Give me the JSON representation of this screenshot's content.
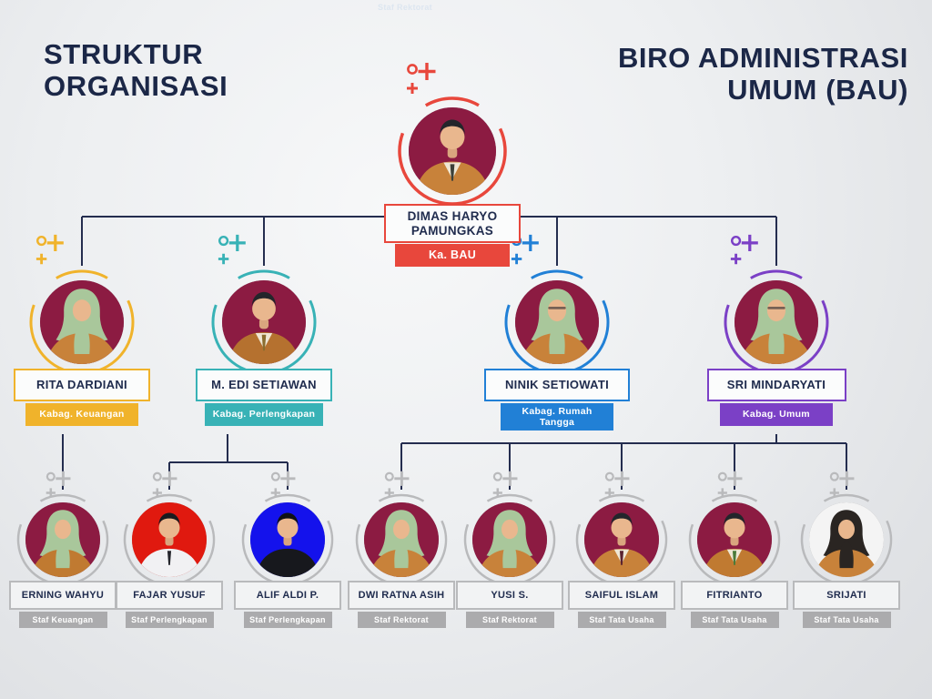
{
  "page": {
    "top_note": "Staf Rektorat",
    "title_left_line1": "STRUKTUR",
    "title_left_line2": "ORGANISASI",
    "title_right_line1": "BIRO ADMINISTRASI",
    "title_right_line2": "UMUM (BAU)"
  },
  "colors": {
    "title_text": "#1b2747",
    "name_text": "#202c4e",
    "connector": "#242d4f",
    "chief_accent": "#e8473c",
    "keuangan_accent": "#f0b32b",
    "perlengkapan_accent": "#38b2b6",
    "rumah_tangga_accent": "#2180d6",
    "umum_accent": "#7b40c6",
    "staff_role_fill": "#ababad",
    "staff_ring": "#b9babc"
  },
  "org": {
    "chief": {
      "name": "DIMAS HARYO PAMUNGKAS",
      "role": "Ka. BAU",
      "accent": "#e8473c",
      "photo": {
        "bg": "#8c1b42",
        "body": "#c8823a",
        "head": "hair",
        "head_color": "#23262b",
        "shirt": "#efe7d4",
        "tie": "#3c4038"
      }
    },
    "managers": [
      {
        "name": "RITA DARDIANI",
        "role": "Kabag. Keuangan",
        "accent": "#f0b32b",
        "photo": {
          "bg": "#8c1b42",
          "body": "#c8823a",
          "head": "hijab",
          "head_color": "#a9c79b"
        }
      },
      {
        "name": "M. EDI SETIAWAN",
        "role": "Kabag. Perlengkapan",
        "accent": "#38b2b6",
        "photo": {
          "bg": "#8c1b42",
          "body": "#b5712f",
          "head": "hair",
          "head_color": "#23262b",
          "shirt": "#efe7d4",
          "tie": "#8a6d2f"
        }
      },
      {
        "name": "NINIK SETIOWATI",
        "role": "Kabag. Rumah Tangga",
        "accent": "#2180d6",
        "photo": {
          "bg": "#8c1b42",
          "body": "#c8823a",
          "head": "hijab",
          "head_color": "#a9c79b",
          "glasses": true
        }
      },
      {
        "name": "SRI MINDARYATI",
        "role": "Kabag. Umum",
        "accent": "#7b40c6",
        "photo": {
          "bg": "#8c1b42",
          "body": "#c8823a",
          "head": "hijab",
          "head_color": "#a9c79b",
          "glasses": true
        }
      }
    ],
    "staff": [
      {
        "name": "ERNING WAHYU",
        "role": "Staf Keuangan",
        "photo": {
          "bg": "#8c1b42",
          "body": "#c07a31",
          "head": "hijab",
          "head_color": "#a9c79b"
        }
      },
      {
        "name": "FAJAR YUSUF",
        "role": "Staf Perlengkapan",
        "photo": {
          "bg": "#e0190f",
          "body": "#f1f1f3",
          "head": "hair",
          "head_color": "#191b1f",
          "shirt": "#f1f1f3",
          "tie": "#23242a"
        }
      },
      {
        "name": "ALIF ALDI P.",
        "role": "Staf Perlengkapan",
        "photo": {
          "bg": "#1412ec",
          "body": "#17181d",
          "head": "hair",
          "head_color": "#101114"
        }
      },
      {
        "name": "DWI RATNA ASIH",
        "role": "Staf Rektorat",
        "photo": {
          "bg": "#8c1b42",
          "body": "#c8823a",
          "head": "hijab",
          "head_color": "#a9c79b"
        }
      },
      {
        "name": "YUSI S.",
        "role": "Staf Rektorat",
        "photo": {
          "bg": "#8c1b42",
          "body": "#c8823a",
          "head": "hijab",
          "head_color": "#a9c79b"
        }
      },
      {
        "name": "SAIFUL ISLAM",
        "role": "Staf Tata Usaha",
        "photo": {
          "bg": "#8c1b42",
          "body": "#c8823a",
          "head": "hair",
          "head_color": "#23262b",
          "shirt": "#efe7d4",
          "tie": "#5a2230"
        }
      },
      {
        "name": "FITRIANTO",
        "role": "Staf Tata Usaha",
        "photo": {
          "bg": "#8c1b42",
          "body": "#c07a31",
          "head": "hair",
          "head_color": "#23262b",
          "shirt": "#efe7d4",
          "tie": "#4a7a3a"
        }
      },
      {
        "name": "SRIJATI",
        "role": "Staf Tata Usaha",
        "photo": {
          "bg": "#f4f4f4",
          "body": "#c8823a",
          "head": "hijab",
          "head_color": "#2a2522"
        }
      }
    ]
  }
}
